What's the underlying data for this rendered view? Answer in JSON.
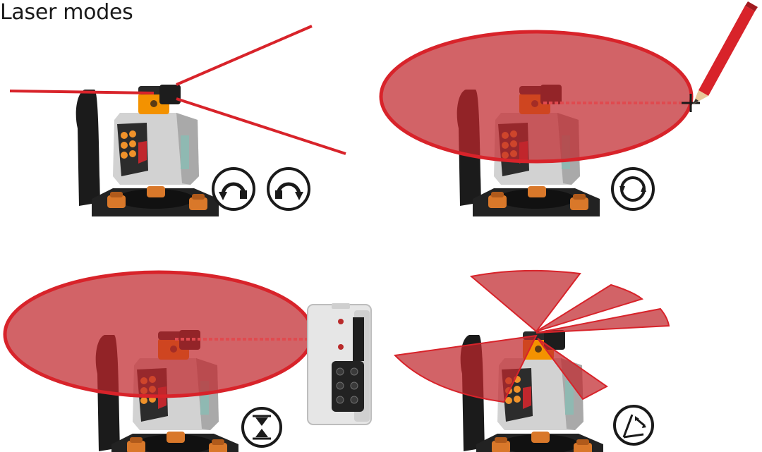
{
  "title": "Laser modes",
  "colors": {
    "laser_red": "#d8232a",
    "laser_fill": "#c1272d",
    "device_orange": "#f39200",
    "housing_grey": "#c8c8c8",
    "base_black": "#1a1a1a"
  },
  "panels": [
    {
      "mode": "point-and-line",
      "icons": [
        "rotate-left-icon",
        "rotate-right-icon"
      ]
    },
    {
      "mode": "rotation-marking",
      "icons": [
        "rotation-icon"
      ]
    },
    {
      "mode": "receiver-scan",
      "icons": [
        "hourglass-icon"
      ]
    },
    {
      "mode": "line-scan",
      "icons": [
        "angle-scan-icon"
      ]
    }
  ]
}
